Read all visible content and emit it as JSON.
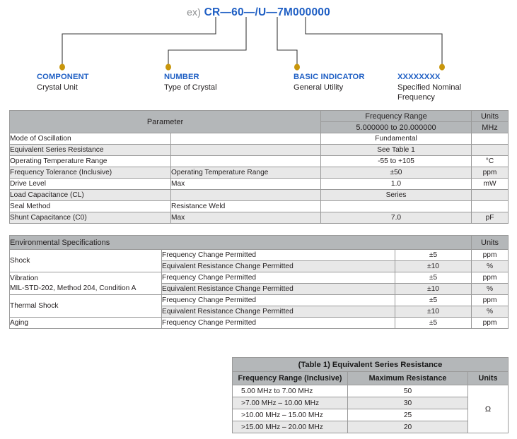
{
  "part_number": {
    "prefix_label": "ex)",
    "code": "CR—60—/U—7M000000",
    "segments": [
      {
        "title": "COMPONENT",
        "subtitle": "Crystal Unit"
      },
      {
        "title": "NUMBER",
        "subtitle": "Type of Crystal"
      },
      {
        "title": "BASIC INDICATOR",
        "subtitle": "General Utility"
      },
      {
        "title": "XXXXXXXX",
        "subtitle": "Specified Nominal Frequency"
      }
    ]
  },
  "spec_table": {
    "header": {
      "parameter": "Parameter",
      "frequency_range": "Frequency Range",
      "frequency_range_value": "5.000000 to 20.000000",
      "units": "Units",
      "units_value": "MHz"
    },
    "rows": [
      {
        "parameter": "Mode of Oscillation",
        "condition": "",
        "value": "Fundamental",
        "units": ""
      },
      {
        "parameter": "Equivalent Series Resistance",
        "condition": "",
        "value": "See Table 1",
        "units": ""
      },
      {
        "parameter": "Operating Temperature Range",
        "condition": "",
        "value": "-55 to +105",
        "units": "°C"
      },
      {
        "parameter": "Frequency Tolerance (Inclusive)",
        "condition": "Operating Temperature Range",
        "value": "±50",
        "units": "ppm"
      },
      {
        "parameter": "Drive Level",
        "condition": "Max",
        "value": "1.0",
        "units": "mW"
      },
      {
        "parameter": "Load Capacitance (CL)",
        "condition": "",
        "value": "Series",
        "units": ""
      },
      {
        "parameter": "Seal Method",
        "condition": "Resistance Weld",
        "value": "",
        "units": ""
      },
      {
        "parameter": "Shunt Capacitance (C0)",
        "condition": "Max",
        "value": "7.0",
        "units": "pF"
      }
    ]
  },
  "environmental_table": {
    "header": {
      "title": "Environmental Specifications",
      "units": "Units"
    },
    "groups": [
      {
        "name": "Shock",
        "name_line2": "",
        "rows": [
          {
            "test": "Frequency Change Permitted",
            "value": "±5",
            "units": "ppm"
          },
          {
            "test": "Equivalent Resistance Change Permitted",
            "value": "±10",
            "units": "%"
          }
        ]
      },
      {
        "name": "Vibration",
        "name_line2": "MIL-STD-202, Method 204, Condition A",
        "rows": [
          {
            "test": "Frequency Change Permitted",
            "value": "±5",
            "units": "ppm"
          },
          {
            "test": "Equivalent Resistance Change Permitted",
            "value": "±10",
            "units": "%"
          }
        ]
      },
      {
        "name": "Thermal Shock",
        "name_line2": "",
        "rows": [
          {
            "test": "Frequency Change Permitted",
            "value": "±5",
            "units": "ppm"
          },
          {
            "test": "Equivalent Resistance Change Permitted",
            "value": "±10",
            "units": "%"
          }
        ]
      },
      {
        "name": "Aging",
        "name_line2": "",
        "rows": [
          {
            "test": "Frequency Change Permitted",
            "value": "±5",
            "units": "ppm"
          }
        ]
      }
    ]
  },
  "esr_table": {
    "title": "(Table 1) Equivalent Series Resistance",
    "columns": [
      "Frequency Range (Inclusive)",
      "Maximum Resistance",
      "Units"
    ],
    "units_symbol": "Ω",
    "rows": [
      {
        "range": "5.00 MHz to 7.00 MHz",
        "resistance": "50"
      },
      {
        "range": ">7.00 MHz – 10.00 MHz",
        "resistance": "30"
      },
      {
        "range": ">10.00 MHz – 15.00 MHz",
        "resistance": "25"
      },
      {
        "range": ">15.00 MHz – 20.00 MHz",
        "resistance": "20"
      }
    ]
  },
  "colors": {
    "accent_blue": "#1f5fc4",
    "dot_gold": "#c8960c",
    "header_grey": "#b4b7b9",
    "row_shade": "#e8e8e8",
    "border": "#9a9a9a"
  }
}
